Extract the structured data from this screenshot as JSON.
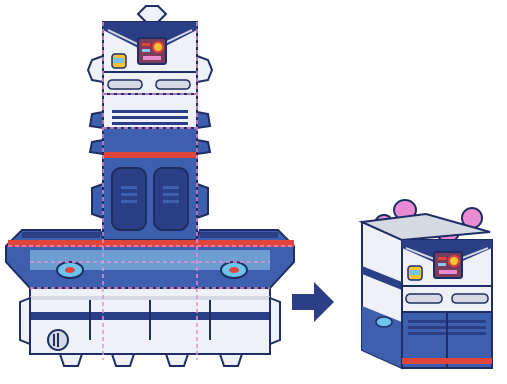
{
  "figure": {
    "template": {
      "name": "unfolded-papercraft-template"
    },
    "arrow": {
      "name": "transformation-arrow"
    },
    "model": {
      "name": "assembled-papercraft-model"
    }
  },
  "colors": {
    "navy": "#2b3f86",
    "blue_mid": "#3d5fae",
    "blue_light": "#8fc6ea",
    "cyan": "#6fc4ef",
    "white_panel": "#eef1f7",
    "grey_panel": "#d5d9e3",
    "red": "#e0453c",
    "pink": "#e98bd3",
    "pink_dash": "#e58fd8",
    "gold": "#f3c237",
    "outline": "#1e2d63",
    "arrow": "#2b3f86"
  }
}
